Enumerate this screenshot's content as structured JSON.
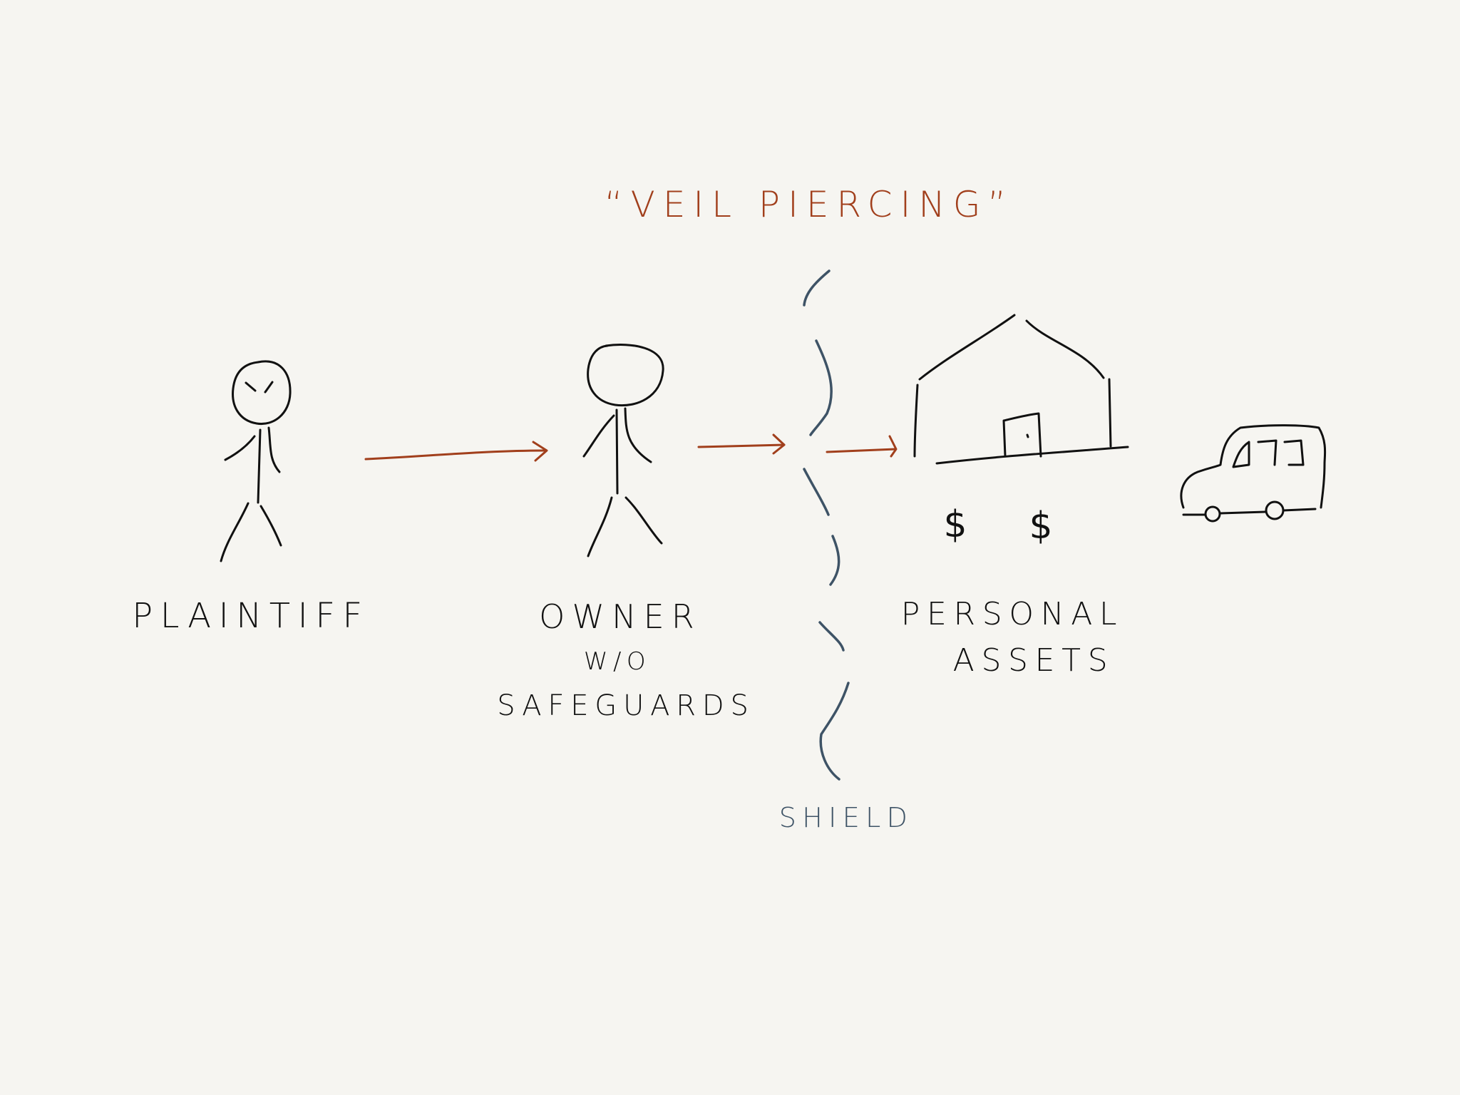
{
  "title": "“VEIL PIERCING”",
  "labels": {
    "plaintiff": "PLAINTIFF",
    "owner": "OWNER",
    "owner_sub1": "W/O",
    "owner_sub2": "SAFEGUARDS",
    "personal": "PERSONAL",
    "assets": "ASSETS",
    "shield": "SHIELD"
  },
  "symbols": {
    "dollar": "$"
  },
  "colors": {
    "ink": "#111111",
    "accent_red": "#a13f1c",
    "shield_blue": "#3e5366",
    "background": "#f6f5f1"
  }
}
